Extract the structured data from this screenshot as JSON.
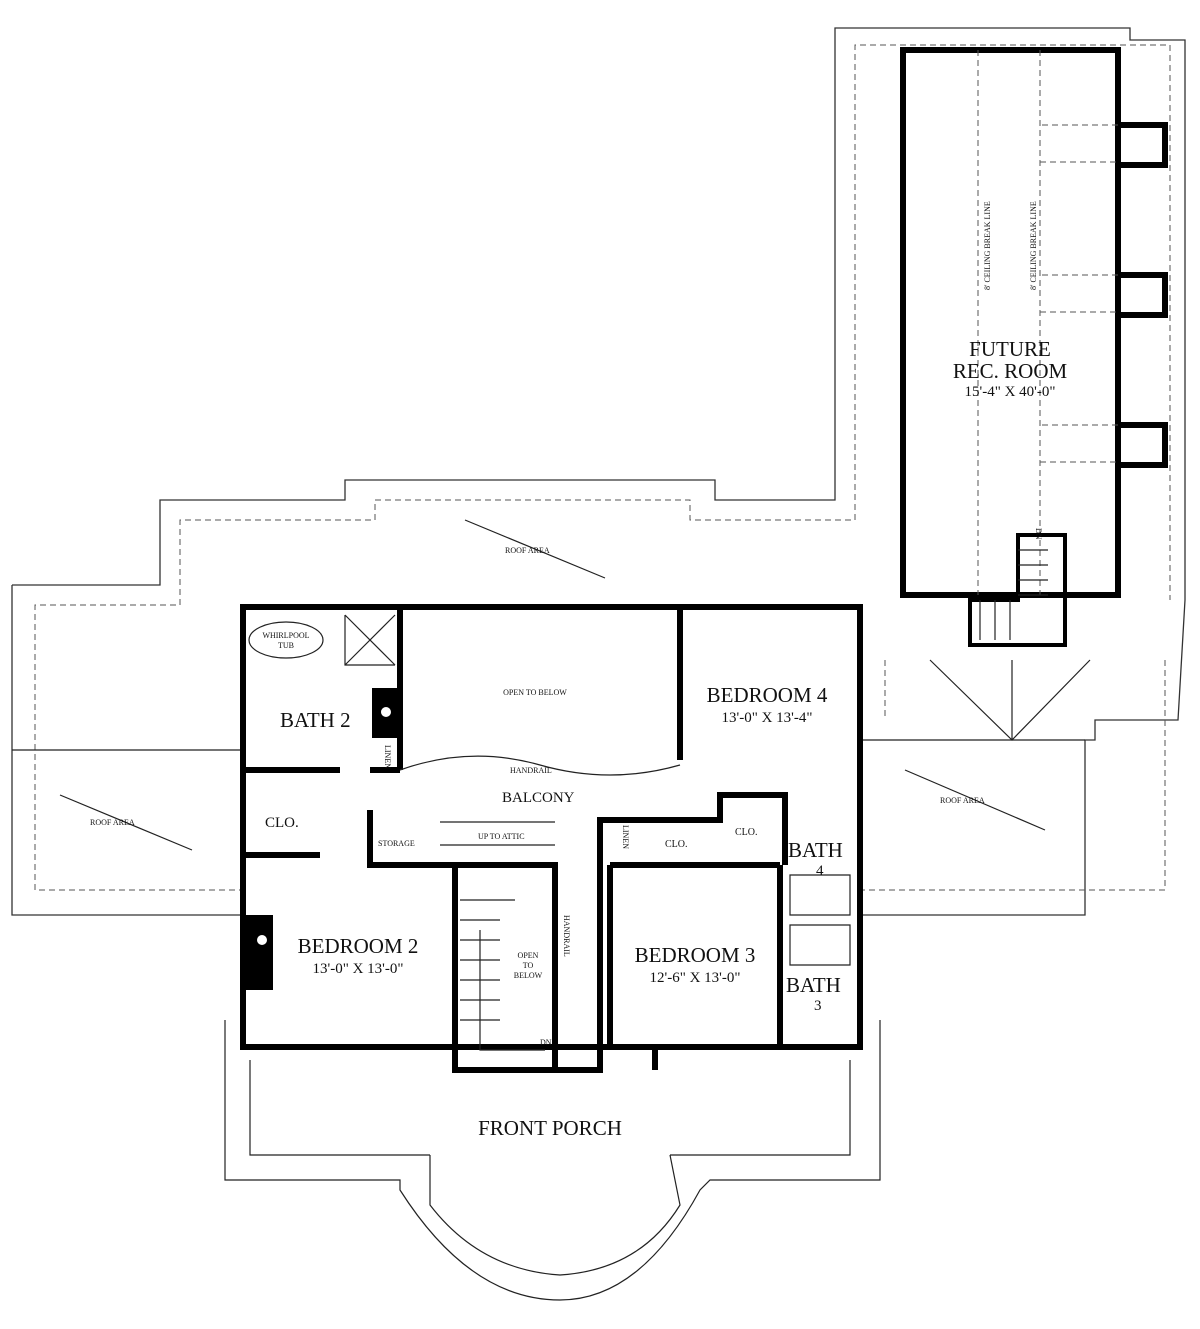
{
  "plan": {
    "rec_room": {
      "name_line1": "FUTURE",
      "name_line2": "REC. ROOM",
      "size": "15'-4\" X 40'-0\"",
      "ceiling_line_1": "8' CEILING BREAK LINE",
      "ceiling_line_2": "8' CEILING BREAK LINE",
      "stair_label": "DN"
    },
    "roof_areas": [
      "ROOF AREA",
      "ROOF AREA",
      "ROOF AREA"
    ],
    "bath2": {
      "name": "BATH 2",
      "tub_line1": "WHIRLPOOL",
      "tub_line2": "TUB",
      "linen": "LINEN"
    },
    "open_to_below": "OPEN TO BELOW",
    "handrail_balcony": "HANDRAIL",
    "balcony": "BALCONY",
    "closet_left": "CLO.",
    "storage": "STORAGE",
    "up_to_attic": "UP TO ATTIC",
    "linen2": "LINEN",
    "closet_center": "CLO.",
    "closet_right": "CLO.",
    "bedroom4": {
      "name": "BEDROOM 4",
      "size": "13'-0\" X 13'-4\""
    },
    "bath4": {
      "name_line1": "BATH",
      "name_line2": "4"
    },
    "bedroom2": {
      "name": "BEDROOM 2",
      "size": "13'-0\" X 13'-0\""
    },
    "stair": {
      "open_line1": "OPEN",
      "open_line2": "TO",
      "open_line3": "BELOW",
      "handrail": "HANDRAIL",
      "dn": "DN"
    },
    "bedroom3": {
      "name": "BEDROOM 3",
      "size": "12'-6\" X 13'-0\""
    },
    "bath3": {
      "name_line1": "BATH",
      "name_line2": "3"
    },
    "front_porch": "FRONT PORCH"
  }
}
